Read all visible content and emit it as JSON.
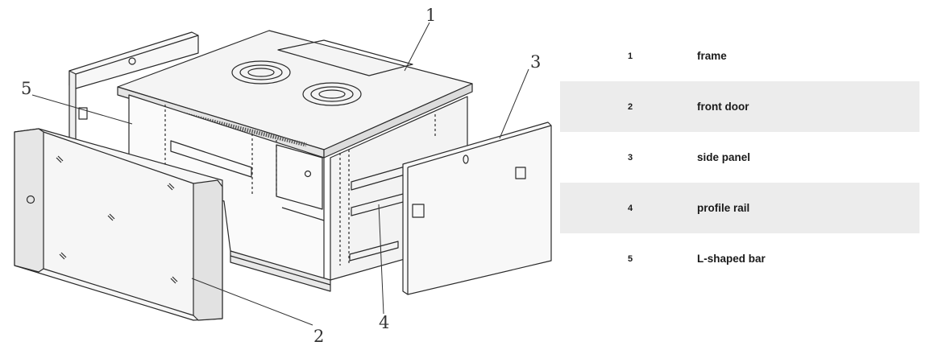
{
  "callouts": {
    "c1": "1",
    "c2": "2",
    "c3": "3",
    "c4": "4",
    "c5": "5"
  },
  "parts": [
    {
      "number": "1",
      "name": "frame"
    },
    {
      "number": "2",
      "name": "front door"
    },
    {
      "number": "3",
      "name": "side panel"
    },
    {
      "number": "4",
      "name": "profile rail"
    },
    {
      "number": "5",
      "name": "L-shaped bar"
    }
  ]
}
